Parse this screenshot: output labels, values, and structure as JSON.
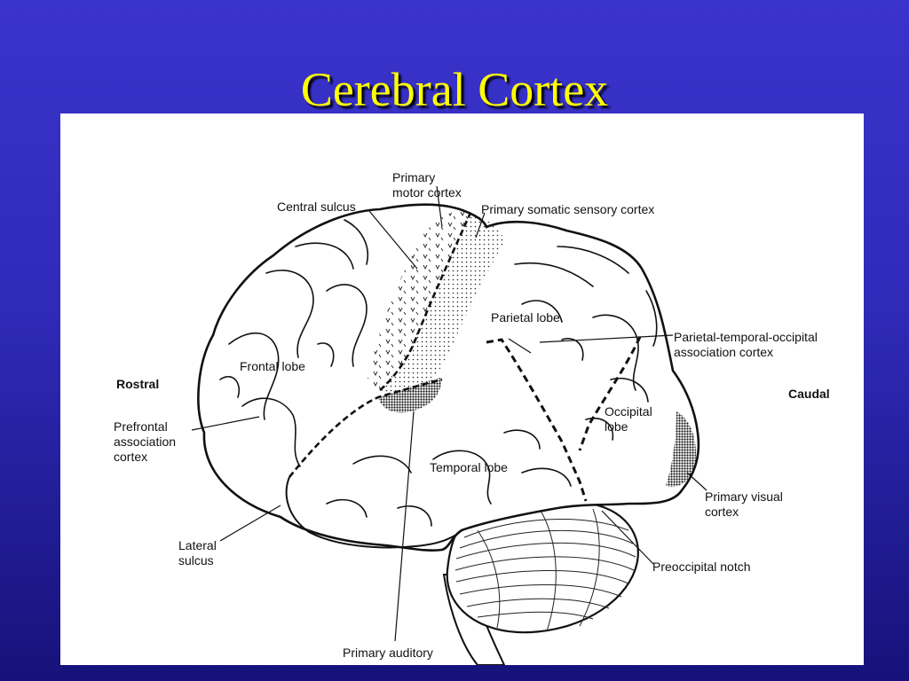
{
  "slide": {
    "title": "Cerebral Cortex"
  },
  "labels": {
    "primary_motor_cortex": "Primary\nmotor cortex",
    "central_sulcus": "Central sulcus",
    "primary_somatic_sensory_cortex": "Primary somatic sensory cortex",
    "parietal_lobe": "Parietal lobe",
    "parietal_temporal_occipital": "Parietal-temporal-occipital\nassociation cortex",
    "frontal_lobe": "Frontal lobe",
    "rostral": "Rostral",
    "caudal": "Caudal",
    "prefrontal_association_cortex": "Prefrontal\nassociation\ncortex",
    "occipital_lobe": "Occipital\nlobe",
    "temporal_lobe": "Temporal lobe",
    "primary_visual_cortex": "Primary visual\ncortex",
    "lateral_sulcus": "Lateral\nsulcus",
    "preoccipital_notch": "Preoccipital notch",
    "primary_auditory_cortex": "Primary auditory"
  }
}
